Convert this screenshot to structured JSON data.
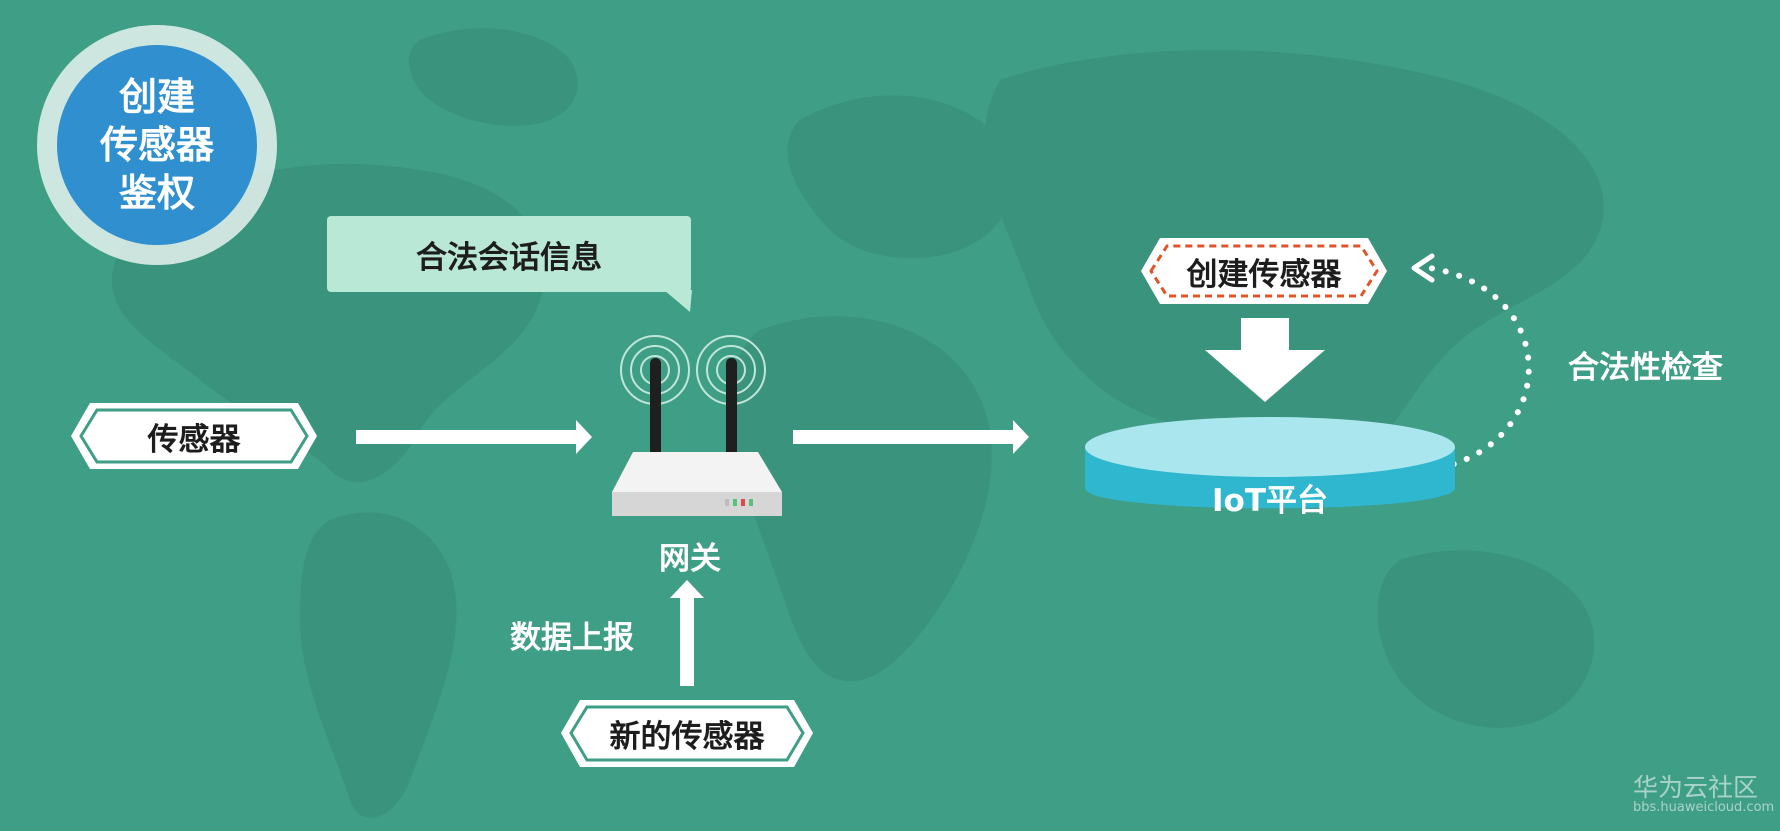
{
  "title": "创建传感器鉴权",
  "bubble_text": "合法会话信息",
  "sensor_label": "传感器",
  "new_sensor_label": "新的传感器",
  "gateway_label": "网关",
  "data_report_label": "数据上报",
  "create_sensor_label": "创建传感器",
  "platform_label": "IoT平台",
  "legality_check_label": "合法性检查",
  "watermark": {
    "brand": "华为云社区",
    "url": "bbs.huaweicloud.com"
  },
  "colors": {
    "background": "#3f9e86",
    "title_badge": "#2f8fcf",
    "bubble": "#b9e8d6",
    "platform": "#2fb7cf",
    "platform_top": "#a9e6ee",
    "dashed_border": "#e0542b"
  }
}
